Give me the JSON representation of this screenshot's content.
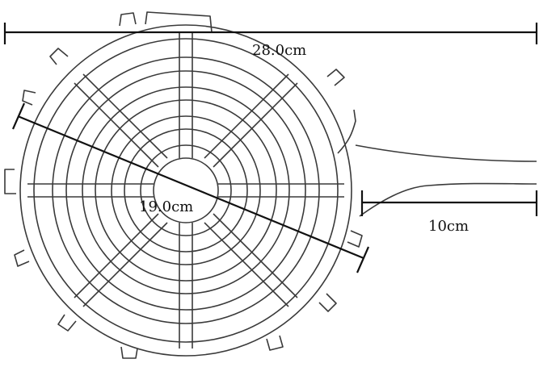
{
  "dimensions": {
    "overall_length": "28.0cm",
    "diameter": "19.0cm",
    "handle_length": "10cm"
  }
}
